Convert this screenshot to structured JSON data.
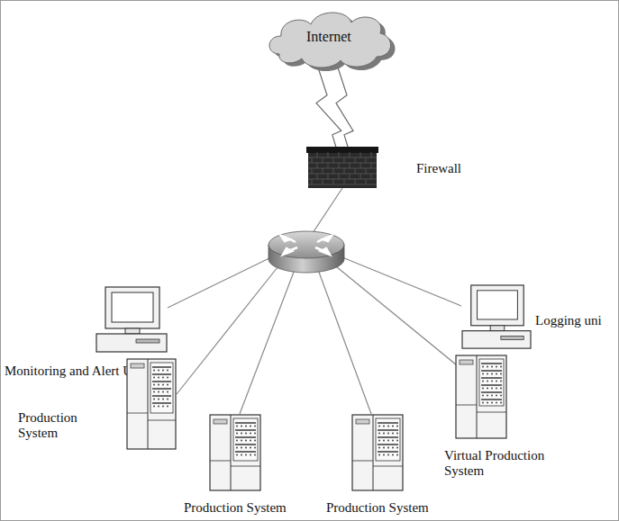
{
  "diagram": {
    "nodes": [
      {
        "text": [
          "Internet"
        ]
      },
      {
        "text": [
          "Firewall"
        ]
      },
      {
        "text": [
          "Monitoring and Alert Unit"
        ]
      },
      {
        "text": [
          "Logging uni"
        ]
      },
      {
        "text": [
          "Production System"
        ]
      },
      {
        "text": [
          "Virtual Production System"
        ]
      },
      {
        "text": [
          "Production System"
        ]
      },
      {
        "text": [
          "Production System"
        ]
      }
    ],
    "edges": [
      {
        "from": 0,
        "to": 1,
        "arrow": "none"
      }
    ]
  }
}
